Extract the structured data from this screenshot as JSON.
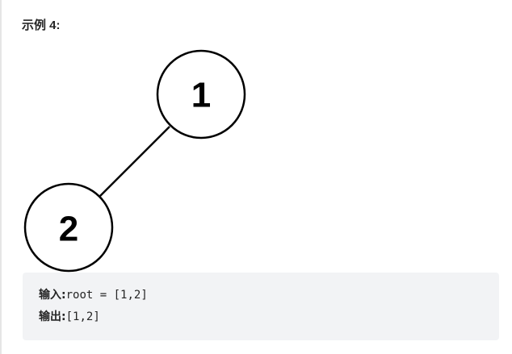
{
  "example": {
    "heading": "示例 4:"
  },
  "tree": {
    "nodes": [
      {
        "id": "node-1",
        "label": "1"
      },
      {
        "id": "node-2",
        "label": "2"
      }
    ],
    "edges": [
      {
        "from": "node-1",
        "to": "node-2"
      }
    ]
  },
  "code": {
    "input_label": "输入:",
    "input_value": "root = [1,2]",
    "output_label": "输出:",
    "output_value": "[1,2]"
  }
}
